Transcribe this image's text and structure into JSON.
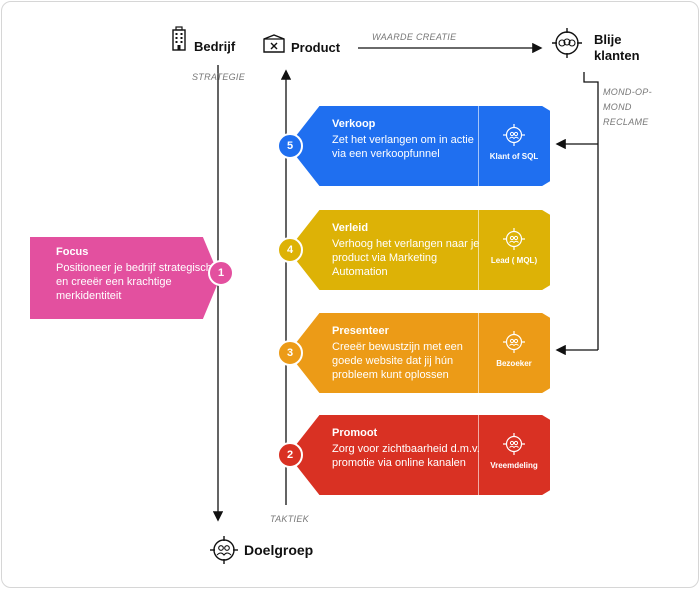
{
  "header": {
    "bedrijf": "Bedrijf",
    "product": "Product",
    "waarde_creatie": "WAARDE CREATIE",
    "blije_klanten": "Blije klanten",
    "strategie": "STRATEGIE",
    "mond_op_mond": "MOND-OP-MOND RECLAME",
    "taktiek": "TAKTIEK",
    "doelgroep": "Doelgroep"
  },
  "focus": {
    "number": "1",
    "title": "Focus",
    "description": "Positioneer je bedrijf strategisch en creeër een krachtige merkidentiteit",
    "color": "#e3509f"
  },
  "steps": [
    {
      "number": "5",
      "title": "Verkoop",
      "description": "Zet het verlangen om in actie via een verkoopfunnel",
      "stage": "Klant of SQL",
      "color": "#1f6ff0"
    },
    {
      "number": "4",
      "title": "Verleid",
      "description": "Verhoog het verlangen naar je product via Marketing Automation",
      "stage": "Lead ( MQL)",
      "color": "#ddb206"
    },
    {
      "number": "3",
      "title": "Presenteer",
      "description": "Creeër bewustzijn met een goede website dat jij hún probleem kunt oplossen",
      "stage": "Bezoeker",
      "color": "#ec9b17"
    },
    {
      "number": "2",
      "title": "Promoot",
      "description": "Zorg voor zichtbaarheid d.m.v. promotie via online kanalen",
      "stage": "Vreemdeling",
      "color": "#d93123"
    }
  ]
}
